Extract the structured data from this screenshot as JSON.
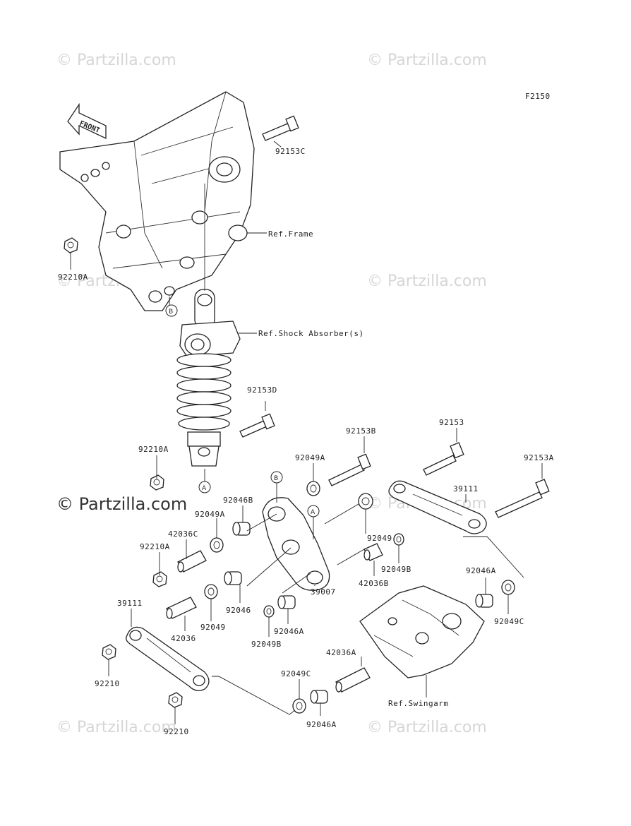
{
  "code": "F2150",
  "watermark": "© Partzilla.com",
  "front_label": "FRONT",
  "refs": {
    "frame": "Ref.Frame",
    "shock": "Ref.Shock Absorber(s)",
    "swingarm": "Ref.Swingarm"
  },
  "markers": {
    "a": "A",
    "b": "B"
  },
  "parts": {
    "p92153C": "92153C",
    "p92210A_top": "92210A",
    "p92153D": "92153D",
    "p92210A_shock": "92210A",
    "p92153B": "92153B",
    "p92153": "92153",
    "p92153A": "92153A",
    "p92049A_top": "92049A",
    "p92046B": "92046B",
    "p92049A": "92049A",
    "p39111_top": "39111",
    "p42036C": "42036C",
    "p92210A_left": "92210A",
    "p92049": "92049",
    "p92049B_right": "92049B",
    "p42036B": "42036B",
    "p39007": "39007",
    "p92046A_right": "92046A",
    "p39111_bottom": "39111",
    "p92046": "92046",
    "p92049_bottom": "92049",
    "p42036": "42036",
    "p92046A_mid": "92046A",
    "p92049B_mid": "92049B",
    "p92049C_right": "92049C",
    "p42036A": "42036A",
    "p92210_a": "92210",
    "p92049C": "92049C",
    "p92046A_bottom": "92046A",
    "p92210_b": "92210"
  }
}
